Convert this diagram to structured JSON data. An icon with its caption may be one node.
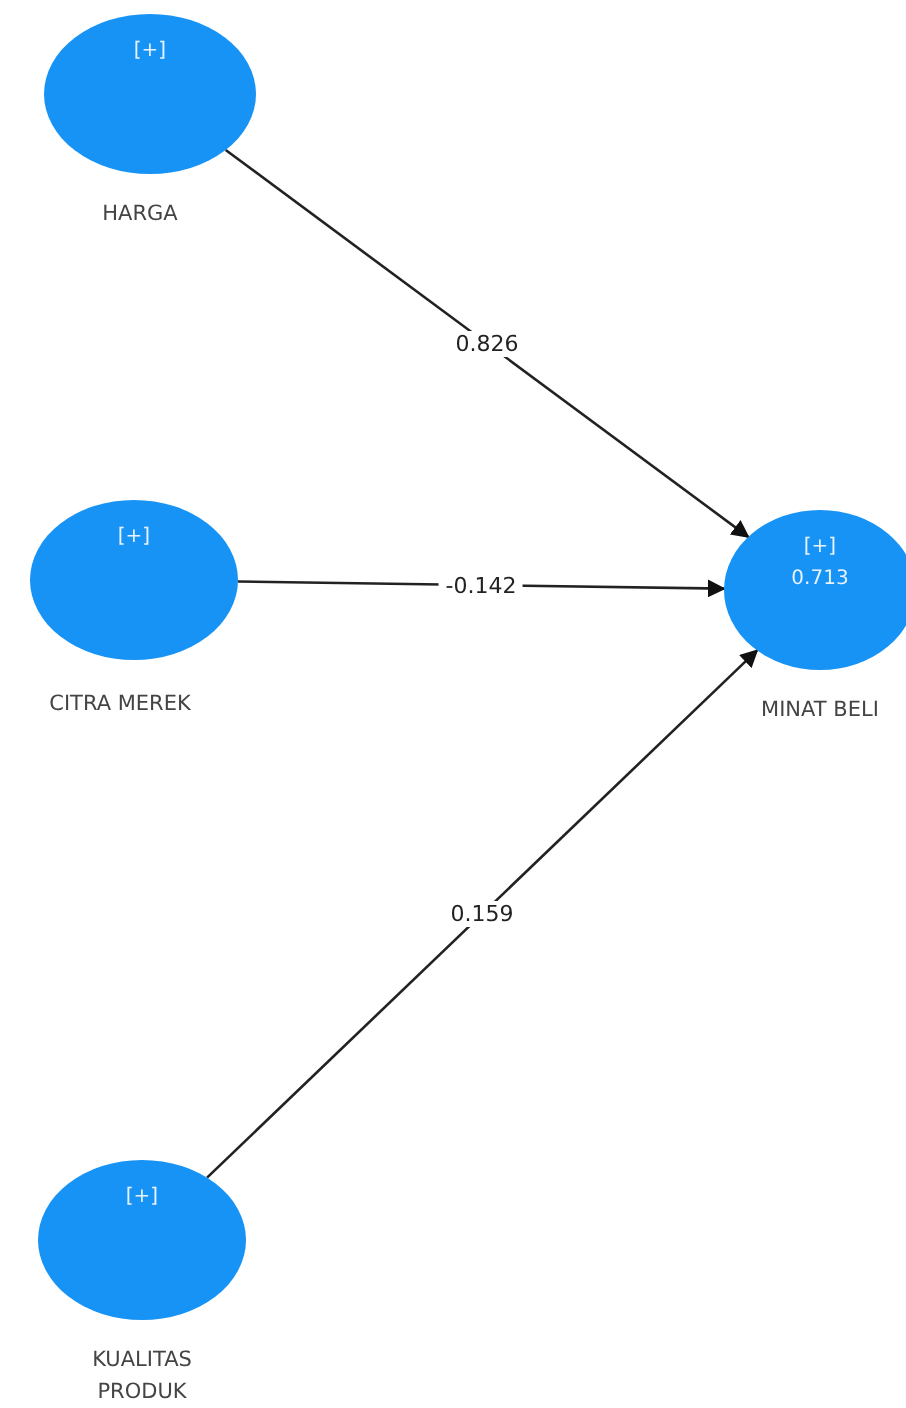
{
  "diagram": {
    "nodes": [
      {
        "text": [
          "[+]",
          "HARGA"
        ]
      },
      {
        "text": [
          "[+]",
          "CITRA MEREK"
        ]
      },
      {
        "text": [
          "[+]",
          "0.713",
          "MINAT BELI"
        ]
      },
      {
        "text": [
          "[+]",
          "KUALITAS PRODUK"
        ]
      }
    ],
    "edges": [
      {
        "from": 0,
        "to": 2,
        "arrow": "to",
        "label": "0.826"
      },
      {
        "from": 1,
        "to": 2,
        "arrow": "to",
        "label": "-0.142"
      },
      {
        "from": 3,
        "to": 2,
        "arrow": "to",
        "label": "0.159"
      }
    ]
  }
}
